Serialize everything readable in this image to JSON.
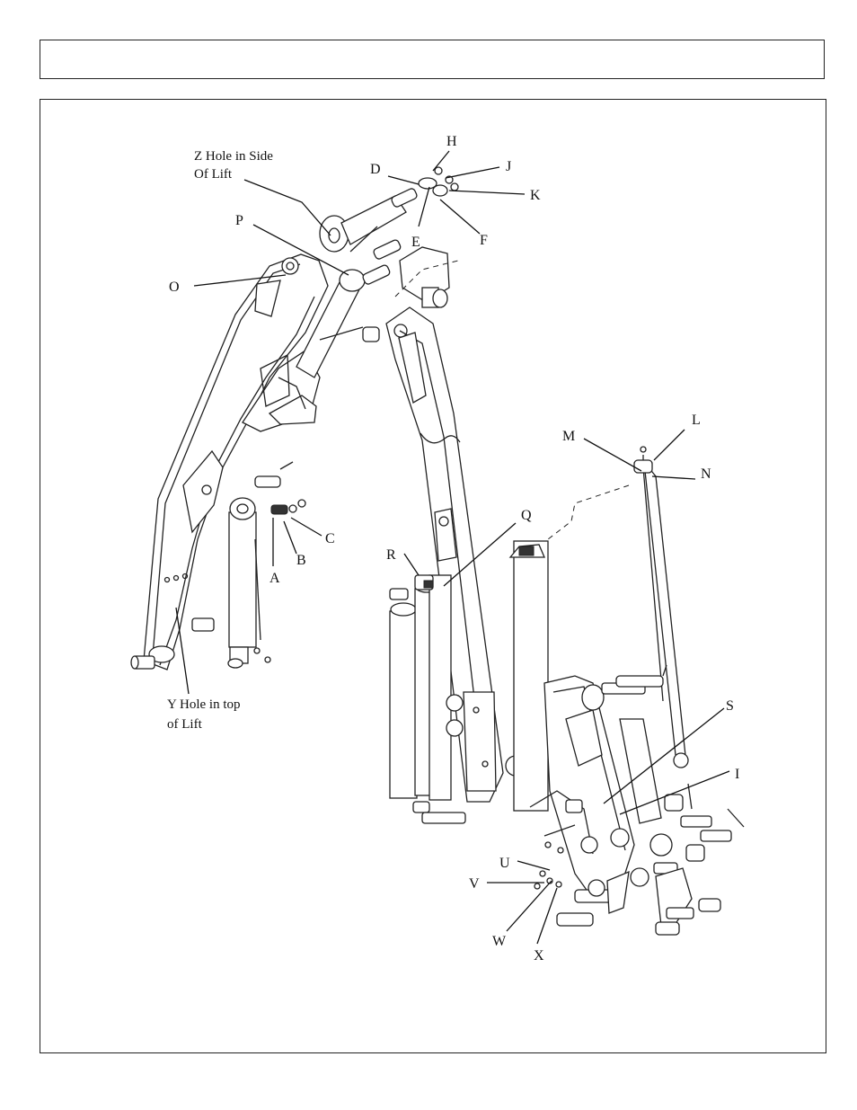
{
  "header": {
    "title": ""
  },
  "notes": {
    "z_line1": "Z Hole in Side",
    "z_line2": "Of Lift",
    "y_line1": "Y Hole in top",
    "y_line2": "of Lift"
  },
  "labels": {
    "H": "H",
    "D": "D",
    "J": "J",
    "K": "K",
    "E": "E",
    "F": "F",
    "P": "P",
    "O": "O",
    "M": "M",
    "L": "L",
    "N": "N",
    "Q": "Q",
    "R": "R",
    "C": "C",
    "B": "B",
    "A": "A",
    "S": "S",
    "I": "I",
    "U": "U",
    "V": "V",
    "W": "W",
    "X": "X"
  }
}
